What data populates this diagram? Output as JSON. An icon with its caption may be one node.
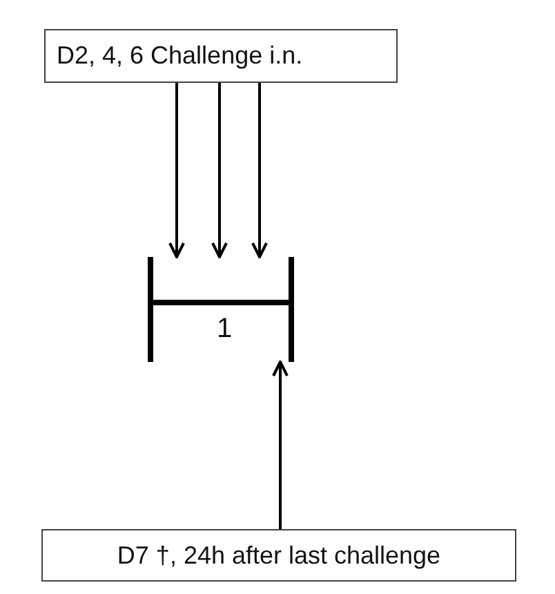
{
  "diagram": {
    "nodes": [
      {
        "text": [
          "D2, 4, 6 Challenge i.n."
        ]
      },
      {
        "text": [
          "1"
        ]
      },
      {
        "text": [
          "D7 †, 24h after last challenge"
        ]
      }
    ],
    "edges": [
      {
        "from": 0,
        "to": 1,
        "arrow": "to"
      },
      {
        "from": 0,
        "to": 1,
        "arrow": "to"
      },
      {
        "from": 0,
        "to": 1,
        "arrow": "to"
      },
      {
        "from": 2,
        "to": 1,
        "arrow": "to"
      }
    ]
  }
}
